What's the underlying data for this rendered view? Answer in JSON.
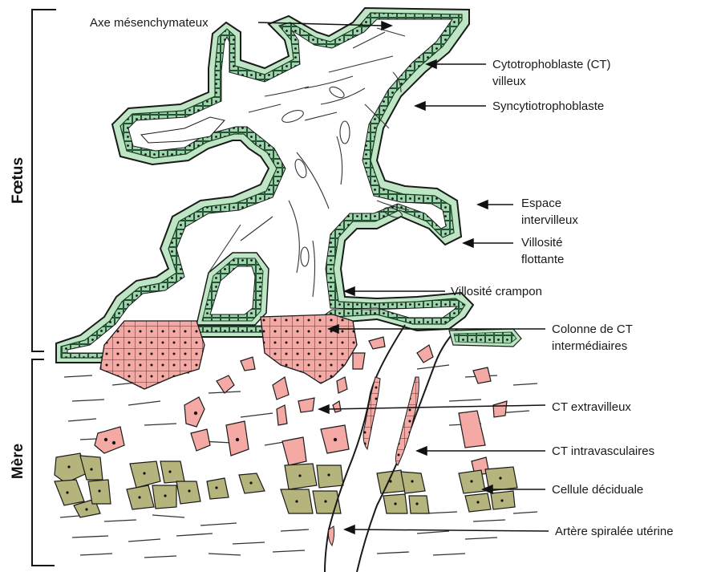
{
  "sides": {
    "foetus": "Fœtus",
    "mere": "Mère"
  },
  "labels": {
    "axe": "Axe mésenchymateux",
    "ct_villeux_1": "Cytotrophoblaste (CT)",
    "ct_villeux_2": "villeux",
    "syncytio": "Syncytiotrophoblaste",
    "espace_1": "Espace",
    "espace_2": "intervilleux",
    "flottante_1": "Villosité",
    "flottante_2": "flottante",
    "crampon": "Villosité crampon",
    "colonne_1": "Colonne de CT",
    "colonne_2": "intermédiaires",
    "ct_extra": "CT extravilleux",
    "ct_intra": "CT intravasculaires",
    "deciduale": "Cellule déciduale",
    "artere": "Artère spiralée utérine"
  },
  "colors": {
    "syncytium": "#bfe6c4",
    "cytotrophoblast": "#3f8f5a",
    "ct_extravillous": "#f4a9a4",
    "decidual_cell": "#b4b47c",
    "line": "#1a1a1a"
  }
}
